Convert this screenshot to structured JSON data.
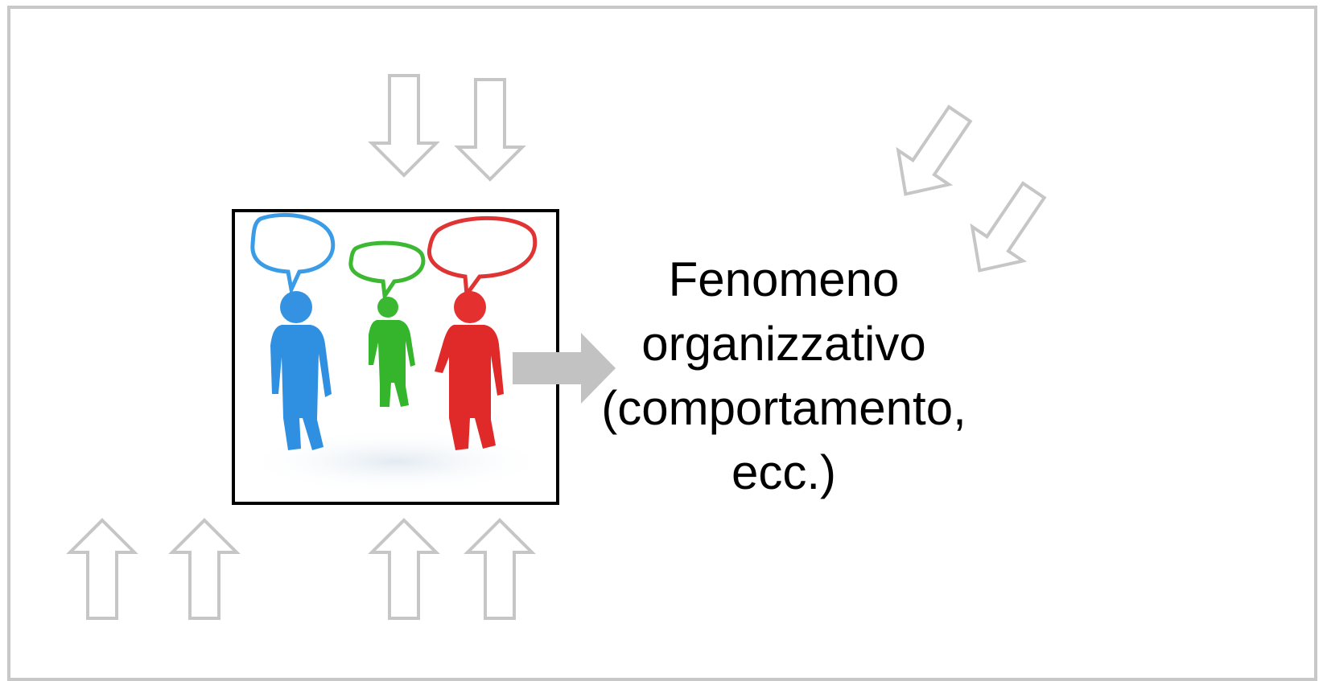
{
  "diagram": {
    "phenomenon_lines": [
      "Fenomeno",
      "organizzativo",
      "(comportamento,",
      "ecc.)"
    ],
    "colors": {
      "frame": "#c8c8c8",
      "hollow_arrow_stroke": "#c6c6c6",
      "solid_arrow": "#c2c2c2",
      "person_blue": "#2f8fe0",
      "person_green": "#35b52c",
      "person_red": "#e02a2a"
    },
    "icons": [
      "people-talking-image",
      "arrow-down-icon",
      "arrow-up-icon",
      "arrow-down-left-icon",
      "arrow-right-icon"
    ]
  }
}
